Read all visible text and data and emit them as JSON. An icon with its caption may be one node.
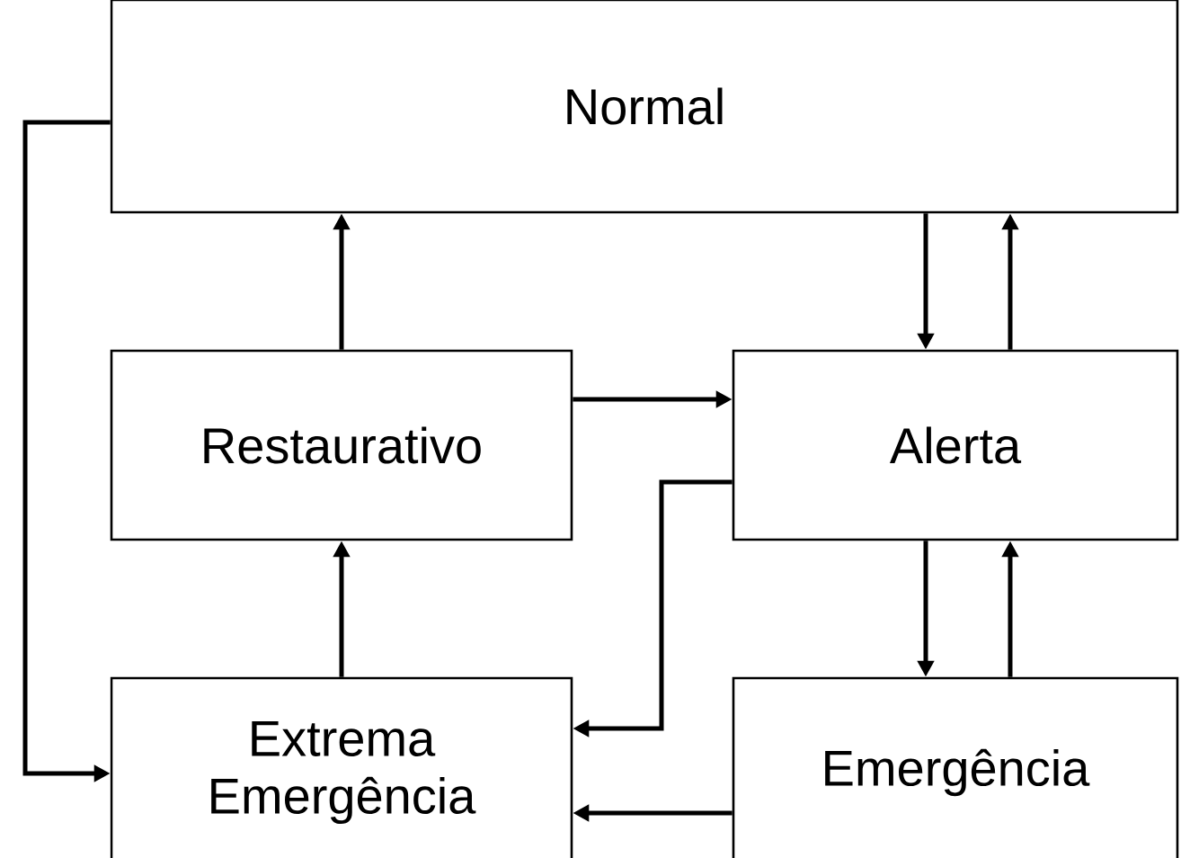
{
  "diagram": {
    "nodes": [
      {
        "text": [
          "Normal"
        ]
      },
      {
        "text": [
          "Restaurativo"
        ]
      },
      {
        "text": [
          "Alerta"
        ]
      },
      {
        "text": [
          "Extrema Emergência"
        ]
      },
      {
        "text": [
          "Emergência"
        ]
      }
    ],
    "edges": [
      {
        "from": 1,
        "to": 0,
        "arrow": "to"
      },
      {
        "from": 0,
        "to": 2,
        "arrow": "to"
      },
      {
        "from": 2,
        "to": 0,
        "arrow": "to"
      },
      {
        "from": 1,
        "to": 2,
        "arrow": "to"
      },
      {
        "from": 2,
        "to": 3,
        "arrow": "to"
      },
      {
        "from": 2,
        "to": 4,
        "arrow": "to"
      },
      {
        "from": 4,
        "to": 2,
        "arrow": "to"
      },
      {
        "from": 3,
        "to": 1,
        "arrow": "to"
      },
      {
        "from": 4,
        "to": 3,
        "arrow": "to"
      },
      {
        "from": 0,
        "to": 3,
        "arrow": "to"
      }
    ]
  }
}
